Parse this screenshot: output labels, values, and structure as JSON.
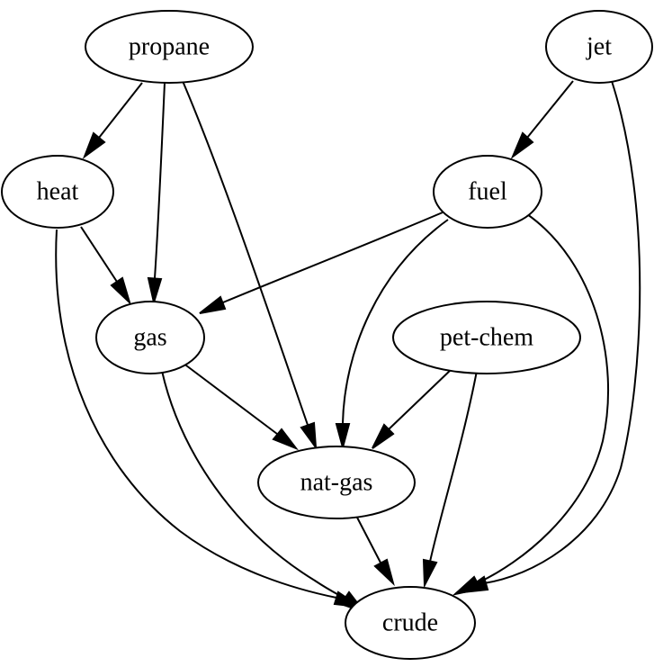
{
  "graph": {
    "nodes": [
      {
        "id": "propane",
        "label": "propane"
      },
      {
        "id": "jet",
        "label": "jet"
      },
      {
        "id": "heat",
        "label": "heat"
      },
      {
        "id": "fuel",
        "label": "fuel"
      },
      {
        "id": "gas",
        "label": "gas"
      },
      {
        "id": "pet-chem",
        "label": "pet-chem"
      },
      {
        "id": "nat-gas",
        "label": "nat-gas"
      },
      {
        "id": "crude",
        "label": "crude"
      }
    ],
    "edges": [
      {
        "from": "propane",
        "to": "heat"
      },
      {
        "from": "propane",
        "to": "gas"
      },
      {
        "from": "propane",
        "to": "nat-gas"
      },
      {
        "from": "jet",
        "to": "fuel"
      },
      {
        "from": "jet",
        "to": "crude"
      },
      {
        "from": "heat",
        "to": "gas"
      },
      {
        "from": "heat",
        "to": "crude"
      },
      {
        "from": "fuel",
        "to": "gas"
      },
      {
        "from": "fuel",
        "to": "nat-gas"
      },
      {
        "from": "fuel",
        "to": "crude"
      },
      {
        "from": "gas",
        "to": "nat-gas"
      },
      {
        "from": "gas",
        "to": "crude"
      },
      {
        "from": "pet-chem",
        "to": "nat-gas"
      },
      {
        "from": "pet-chem",
        "to": "crude"
      },
      {
        "from": "nat-gas",
        "to": "crude"
      }
    ]
  }
}
